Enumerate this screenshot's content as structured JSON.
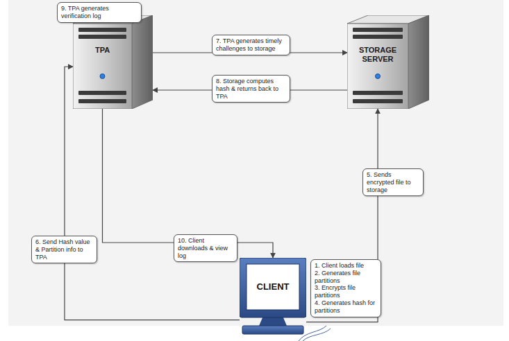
{
  "diagram": {
    "nodes": [
      {
        "text": [
          "9. TPA generates verification log"
        ]
      },
      {
        "text": [
          "TPA"
        ]
      },
      {
        "text": [
          "STORAGE SERVER"
        ]
      },
      {
        "text": [
          "CLIENT"
        ]
      },
      {
        "text": [
          "1. Client loads file",
          "2. Generates file partitions",
          "3. Encrypts file partitions",
          "4. Generates hash for partitions"
        ]
      }
    ],
    "edges": [
      {
        "from": 1,
        "to": 2,
        "label": "7. TPA generates timely challenges to storage",
        "arrow": "to"
      },
      {
        "from": 2,
        "to": 1,
        "label": "8. Storage computes hash & returns back to TPA",
        "arrow": "to"
      },
      {
        "from": 3,
        "to": 2,
        "label": "5. Sends encrypted file to storage",
        "arrow": "to"
      },
      {
        "from": 3,
        "to": 1,
        "label": "6. Send Hash value & Partition info to TPA",
        "arrow": "to"
      },
      {
        "from": 1,
        "to": 3,
        "label": "10. Client downloads & view log",
        "arrow": "to"
      }
    ]
  }
}
